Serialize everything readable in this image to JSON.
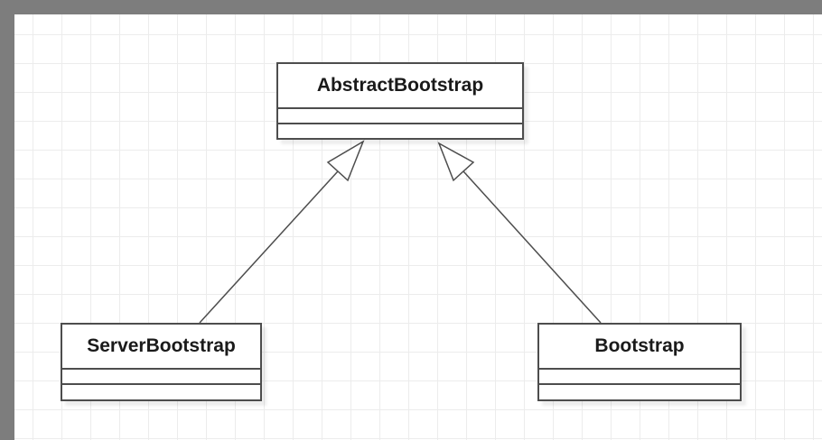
{
  "diagram": {
    "kind": "uml-class-diagram",
    "classes": [
      {
        "id": "abstract-bootstrap",
        "name": "AbstractBootstrap",
        "attributes": [],
        "methods": []
      },
      {
        "id": "server-bootstrap",
        "name": "ServerBootstrap",
        "attributes": [],
        "methods": []
      },
      {
        "id": "bootstrap",
        "name": "Bootstrap",
        "attributes": [],
        "methods": []
      }
    ],
    "relations": [
      {
        "type": "generalization",
        "from": "ServerBootstrap",
        "to": "AbstractBootstrap"
      },
      {
        "type": "generalization",
        "from": "Bootstrap",
        "to": "AbstractBootstrap"
      }
    ],
    "colors": {
      "box_border": "#4d4d4d",
      "box_fill": "#ffffff",
      "connector": "#4d4d4d",
      "arrowhead_fill": "#ffffff",
      "grid_line": "#ececec",
      "canvas_bg": "#ffffff",
      "frame_border": "#7d7d7d",
      "text": "#1a1a1a"
    }
  }
}
